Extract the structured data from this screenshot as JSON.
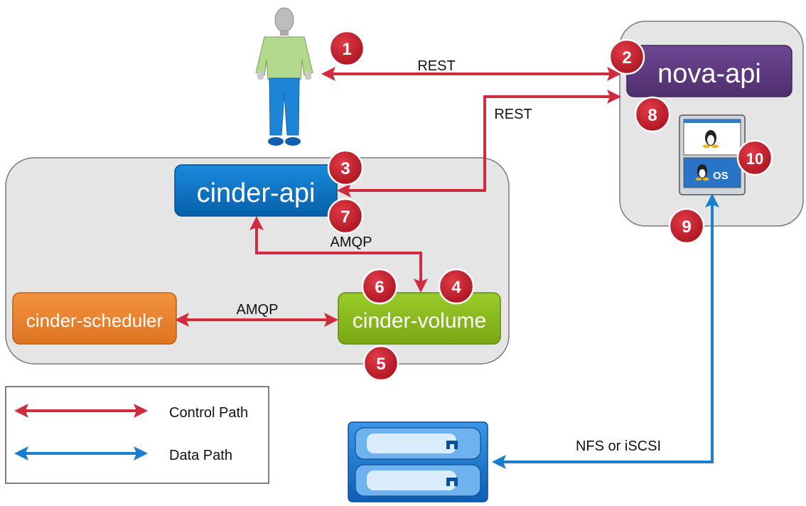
{
  "components": {
    "cinder_api": "cinder-api",
    "nova_api": "nova-api",
    "cinder_scheduler": "cinder-scheduler",
    "cinder_volume": "cinder-volume"
  },
  "edge_labels": {
    "rest_user": "REST",
    "rest_nova": "REST",
    "amqp_api_volume": "AMQP",
    "amqp_scheduler_volume": "AMQP",
    "nfs_iscsi": "NFS or iSCSI"
  },
  "steps": [
    "1",
    "2",
    "3",
    "4",
    "5",
    "6",
    "7",
    "8",
    "9",
    "10"
  ],
  "vm_os_badge": "OS",
  "legend": {
    "control_path": "Control Path",
    "data_path": "Data Path"
  },
  "colors": {
    "control": "#d12b3f",
    "data": "#1a7fcf",
    "cinder_api": "#0a72c4",
    "nova_api": "#5e3a80",
    "cinder_scheduler": "#e98231",
    "cinder_volume": "#8bbb1e",
    "badge": "#c0202f"
  }
}
